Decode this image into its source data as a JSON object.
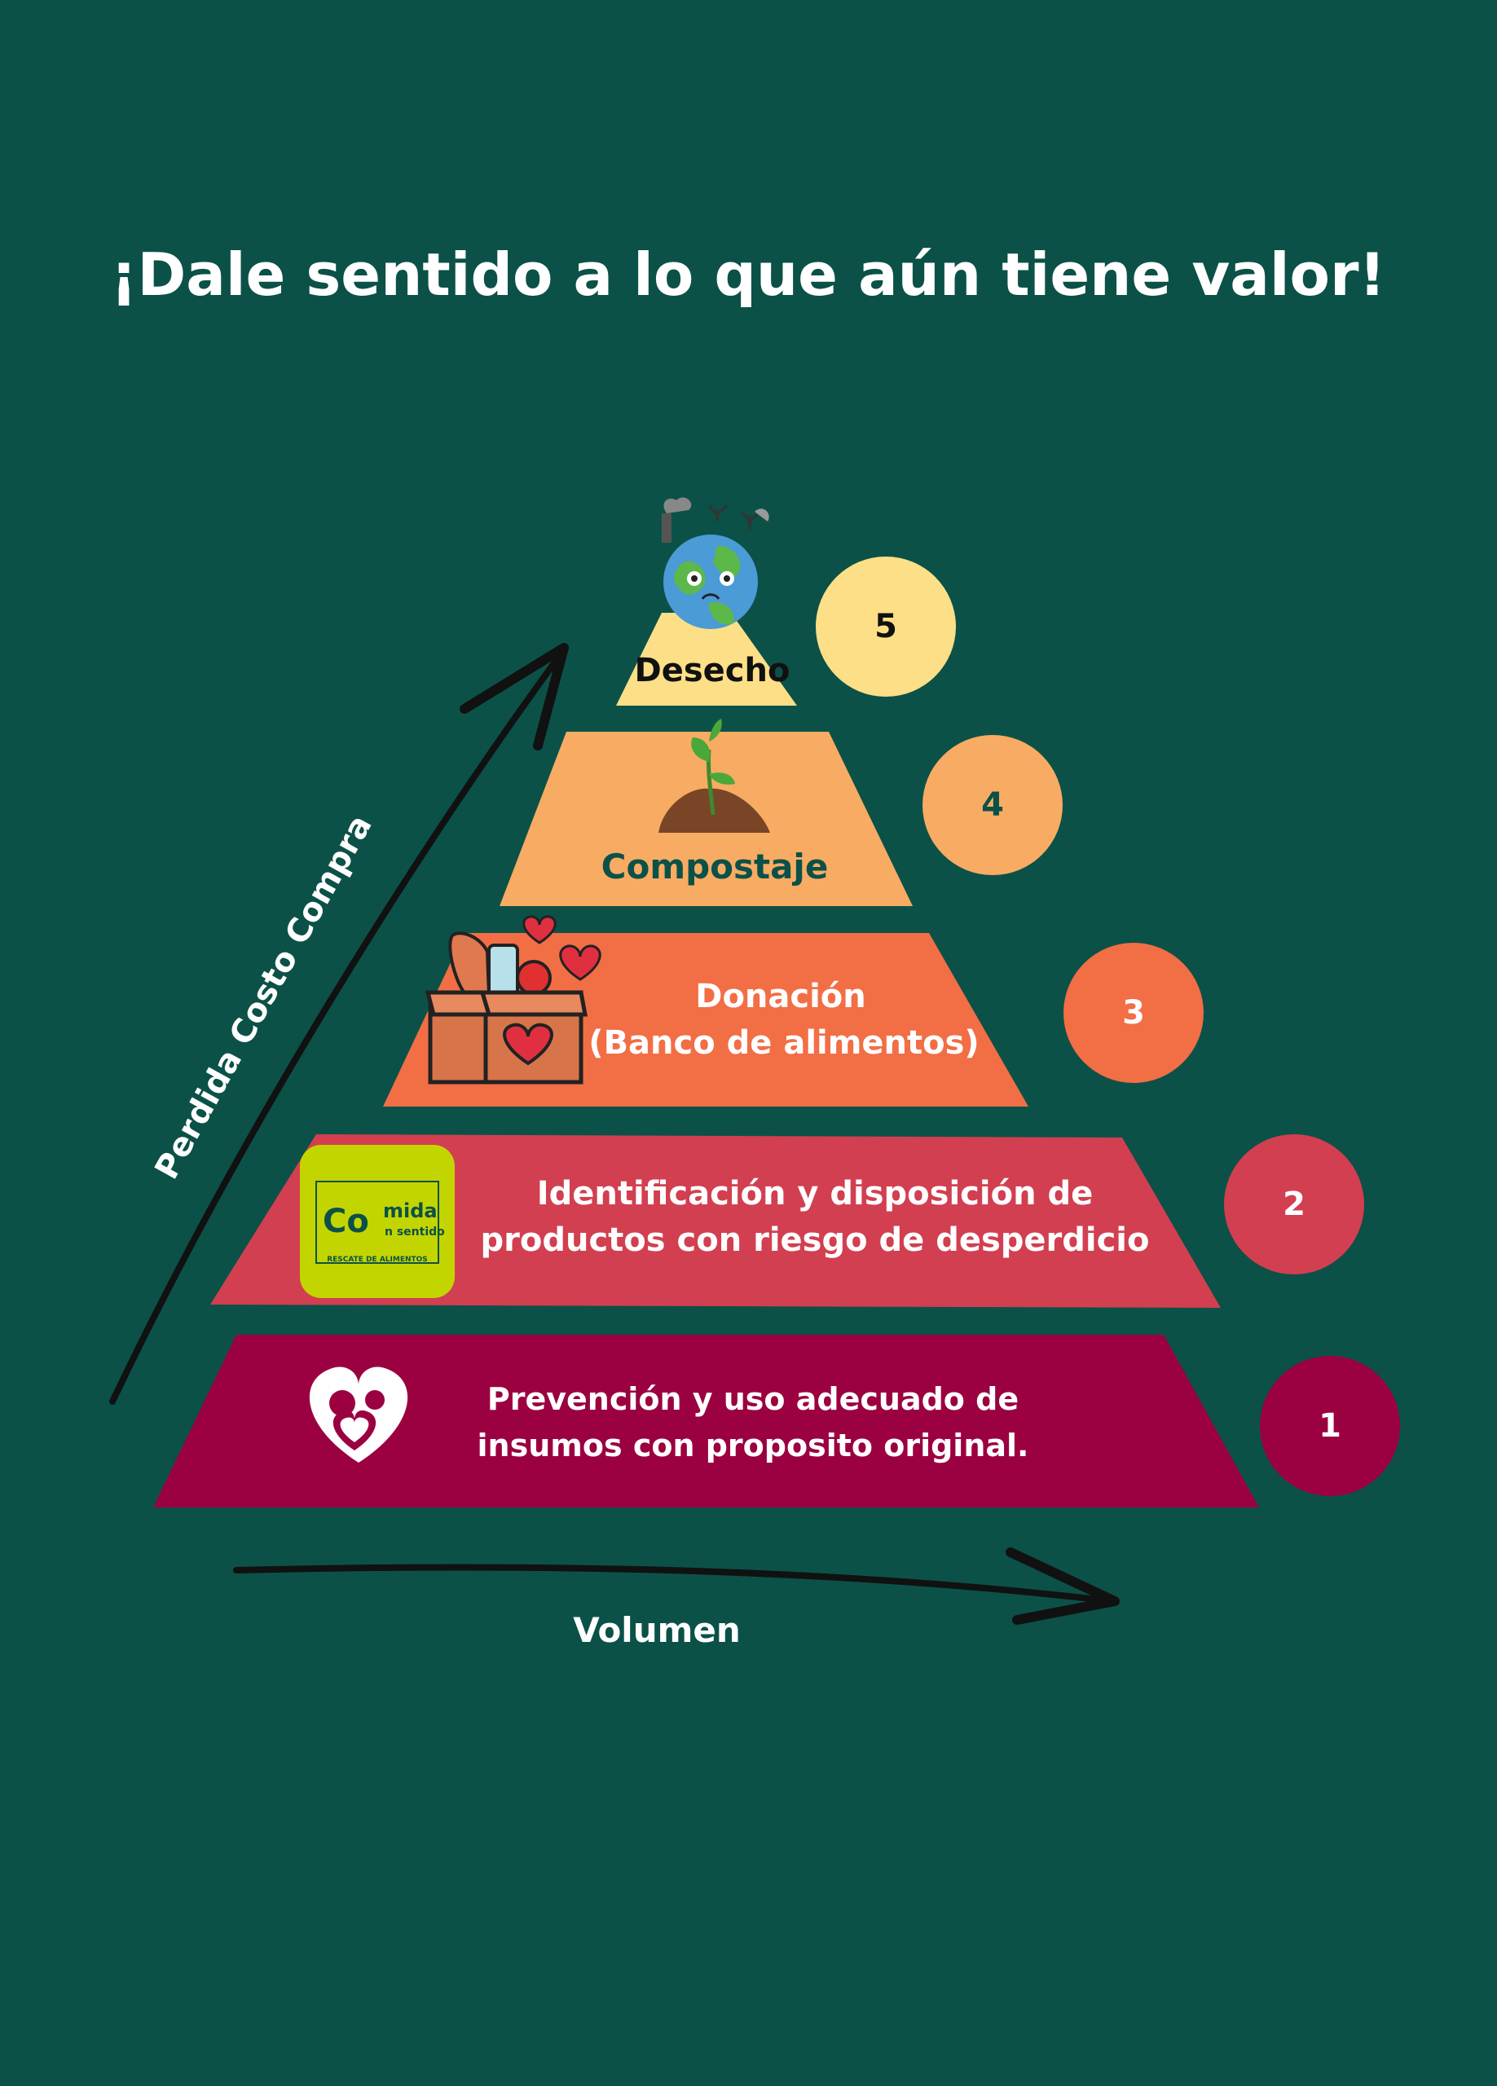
{
  "title": "¡Dale sentido a lo que aún tiene valor!",
  "colors": {
    "background": "#0b5148",
    "level1": "#9b0040",
    "level2": "#d23f50",
    "level3": "#f26e45",
    "level4": "#f8ab62",
    "level5": "#fcdf86",
    "logo_green": "#c3d500"
  },
  "levels": [
    {
      "number": "1",
      "lines": [
        "Prevención y uso adecuado de",
        "insumos con proposito original."
      ],
      "icon": "heart-fruits-icon"
    },
    {
      "number": "2",
      "lines": [
        "Identificación y disposición de",
        "productos con riesgo de desperdicio"
      ],
      "icon": "comida-con-sentido-logo"
    },
    {
      "number": "3",
      "lines": [
        "Donación",
        "(Banco de alimentos)"
      ],
      "icon": "donation-box-icon"
    },
    {
      "number": "4",
      "lines": [
        "Compostaje"
      ],
      "icon": "sprout-icon"
    },
    {
      "number": "5",
      "lines": [
        "Desecho"
      ],
      "icon": "sad-earth-icon"
    }
  ],
  "logo": {
    "line1": "Co",
    "line2": "mida",
    "line3": "n sentido",
    "tagline": "RESCATE DE ALIMENTOS"
  },
  "axes": {
    "vertical_label": "Perdida Costo Compra",
    "horizontal_label": "Volumen"
  }
}
